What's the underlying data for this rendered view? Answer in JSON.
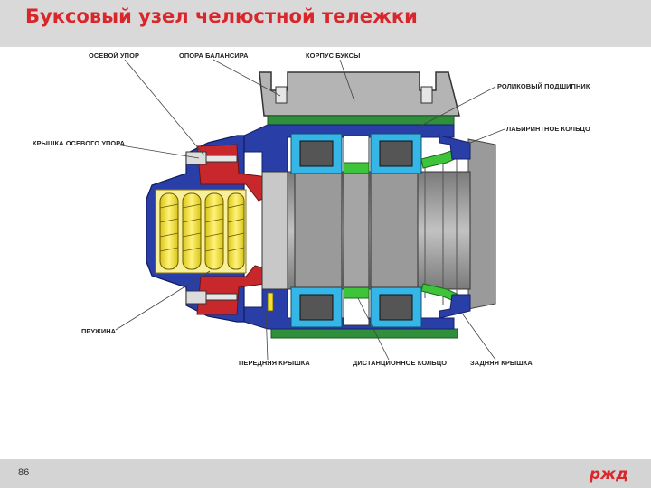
{
  "header": {
    "title": "Буксовый узел челюстной тележки"
  },
  "footer": {
    "page_number": "86",
    "logo_text": "ржд"
  },
  "diagram": {
    "labels": {
      "osevoy_upor": "ОСЕВОЙ УПОР",
      "opora_balansira": "ОПОРА БАЛАНСИРА",
      "korpus_buksy": "КОРПУС БУКСЫ",
      "rolikovyy_podshipnik": "РОЛИКОВЫЙ ПОДШИПНИК",
      "labirintnoe_koltso": "ЛАБИРИНТНОЕ КОЛЬЦО",
      "kryshka_osevogo_upora": "КРЫШКА ОСЕВОГО УПОРА",
      "pruzhina": "ПРУЖИНА",
      "perednyaya_kryshka": "ПЕРЕДНЯЯ КРЫШКА",
      "distantsionnoe_koltso": "ДИСТАНЦИОННОЕ КОЛЬЦО",
      "zadnyaya_kryshka": "ЗАДНЯЯ КРЫШКА"
    },
    "colors": {
      "housing_gray": "#b4b4b4",
      "axle_gray": "#8e8e8e",
      "cover_blue": "#2a3ea8",
      "end_cap_red": "#c8282c",
      "spring_yellow": "#f2e230",
      "spacer_green": "#3ec43a",
      "bearing_cyan": "#36b6e6",
      "top_green": "#2f8f3a"
    }
  }
}
